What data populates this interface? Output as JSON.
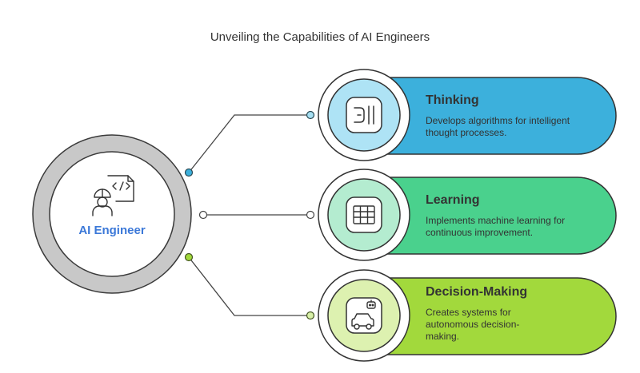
{
  "title": "Unveiling the Capabilities of AI Engineers",
  "hub": {
    "label": "AI Engineer",
    "icon": "engineer-code-icon"
  },
  "items": [
    {
      "title": "Thinking",
      "description": "Develops algorithms for intelligent thought processes.",
      "icon": "brain-icon",
      "color": "#3cb0dc"
    },
    {
      "title": "Learning",
      "description": "Implements machine learning for continuous improvement.",
      "icon": "grid-icon",
      "color": "#4ad18d"
    },
    {
      "title": "Decision-Making",
      "description": "Creates systems for autonomous decision-making.",
      "icon": "robot-car-icon",
      "color": "#a2d93c"
    }
  ]
}
